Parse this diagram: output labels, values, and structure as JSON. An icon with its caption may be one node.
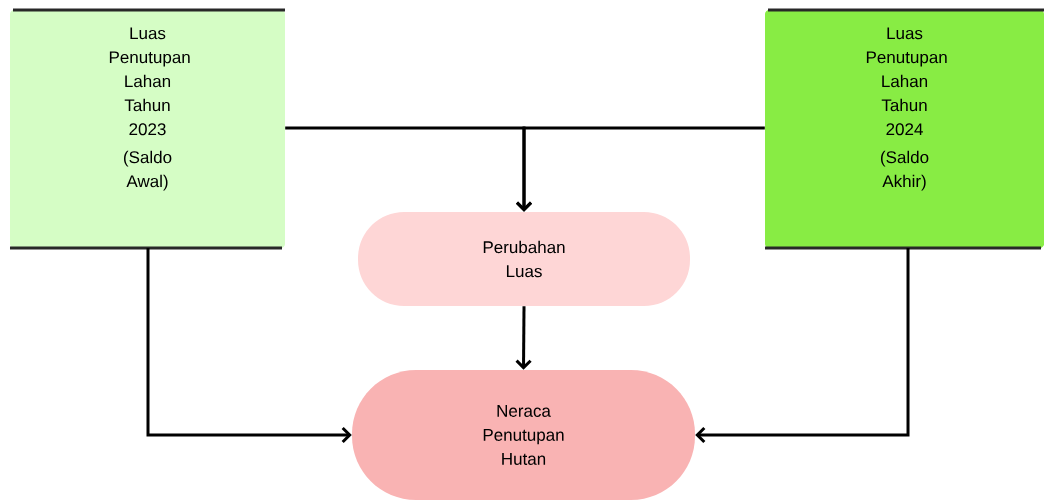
{
  "diagram": {
    "nodes": [
      {
        "text": [
          "Luas Penutupan Lahan Tahun 2023",
          "(Saldo Awal)"
        ]
      },
      {
        "text": [
          "Luas Penutupan Lahan Tahun 2024",
          "(Saldo Akhir)"
        ]
      },
      {
        "text": [
          "Perubahan Luas"
        ]
      },
      {
        "text": [
          "Neraca Penutupan Hutan"
        ]
      }
    ],
    "edges": [
      {
        "from": 0,
        "to": 2,
        "arrow": "to"
      },
      {
        "from": 1,
        "to": 2,
        "arrow": "to"
      },
      {
        "from": 2,
        "to": 3,
        "arrow": "to"
      },
      {
        "from": 0,
        "to": 3,
        "arrow": "to"
      },
      {
        "from": 1,
        "to": 3,
        "arrow": "to"
      }
    ]
  }
}
